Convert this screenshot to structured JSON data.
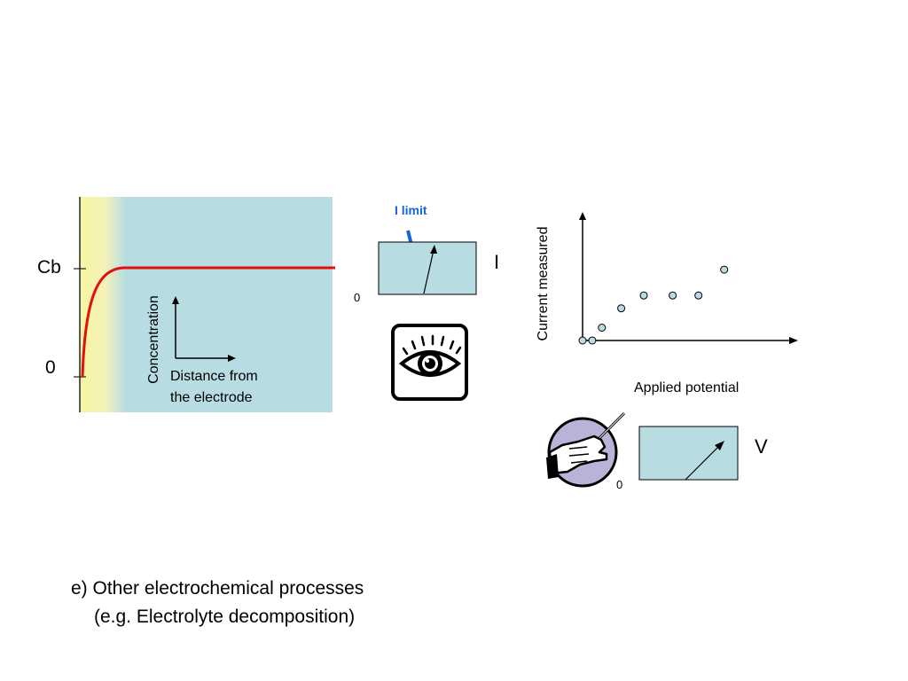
{
  "concentration_profile": {
    "cb_label": "Cb",
    "zero_label": "0",
    "axis_y_label": "Concentration",
    "axis_x_label_line1": "Distance from",
    "axis_x_label_line2": "the electrode",
    "colors": {
      "electrode": "#f6f3a6",
      "solution": "#b7dde3",
      "profile": "#e01010"
    }
  },
  "ammeter": {
    "limit_label": "I limit",
    "symbol": "I",
    "zero": "0",
    "colors": {
      "limit": "#1565d8",
      "face": "#b7dde3"
    }
  },
  "eye_icon": "eye-icon",
  "iv_plot": {
    "ylabel": "Current measured",
    "xlabel": "Applied potential"
  },
  "chart_data": {
    "type": "scatter",
    "title": "",
    "xlabel": "Applied potential",
    "ylabel": "Current measured",
    "x": [
      0.0,
      0.3,
      0.6,
      1.2,
      1.9,
      2.8,
      3.6,
      4.4
    ],
    "y": [
      0.0,
      0.0,
      0.4,
      1.0,
      1.4,
      1.4,
      1.4,
      2.2
    ],
    "xlim": [
      0,
      6.4
    ],
    "ylim": [
      0,
      3.8
    ],
    "grid": false,
    "marker_color": "#b7dde3"
  },
  "voltmeter": {
    "symbol": "V",
    "zero": "0",
    "colors": {
      "face": "#b7dde3",
      "hand_disc": "#b8b4d8"
    },
    "hand_icon": "hand-with-knob-icon"
  },
  "caption": {
    "line1": "e) Other electrochemical processes",
    "line2": "(e.g. Electrolyte decomposition)"
  }
}
